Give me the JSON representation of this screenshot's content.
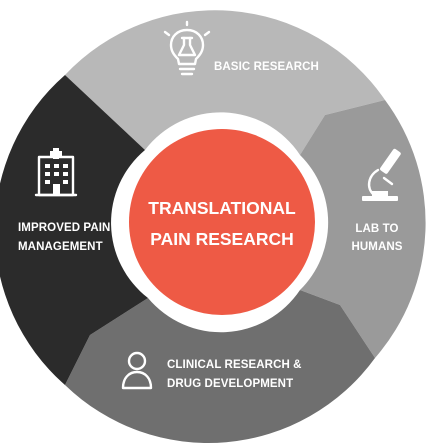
{
  "center": {
    "line1": "TRANSLATIONAL",
    "line2": "PAIN RESEARCH",
    "color": "#ee5a45"
  },
  "segments": [
    {
      "id": "basic",
      "lines": [
        "BASIC RESEARCH"
      ],
      "icon": "lightbulb-flask-icon",
      "color": "#b8b8b8"
    },
    {
      "id": "lab",
      "lines": [
        "LAB TO",
        "HUMANS"
      ],
      "icon": "microscope-icon",
      "color": "#9a9a9a"
    },
    {
      "id": "clinical",
      "lines": [
        "CLINICAL RESEARCH &",
        "DRUG DEVELOPMENT"
      ],
      "icon": "person-icon",
      "color": "#6f6f6f"
    },
    {
      "id": "improved",
      "lines": [
        "IMPROVED PAIN",
        "MANAGEMENT"
      ],
      "icon": "hospital-building-icon",
      "color": "#2b2b2b"
    }
  ]
}
